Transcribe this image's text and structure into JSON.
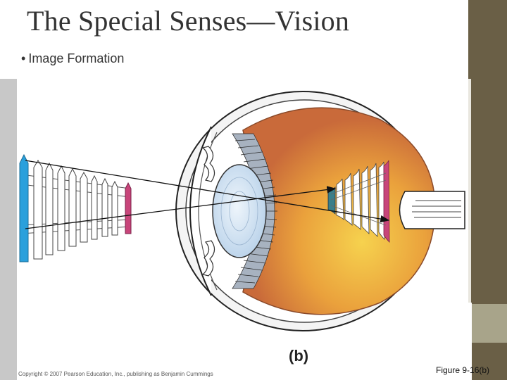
{
  "slide": {
    "title": "The Special Senses—Vision",
    "bullet": "Image Formation",
    "bullet_symbol": "•"
  },
  "diagram": {
    "panel_label": "(b)",
    "copyright": "Copyright © 2007 Pearson Education, Inc., publishing as Benjamin Cummings",
    "figure_reference": "Figure 9-16(b)",
    "colors": {
      "eyeball_orange": "#e28a33",
      "eyeball_inner": "#f2c94c",
      "lens": "#d9e8f5",
      "object_blue": "#2aa0dc",
      "object_pink": "#c8457a",
      "theme_dark": "#6a5f46",
      "theme_light": "#a8a48a"
    }
  }
}
